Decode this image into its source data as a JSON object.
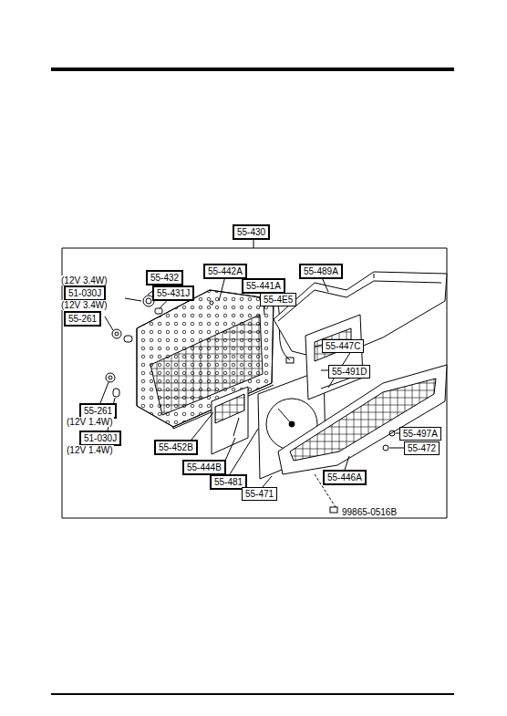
{
  "diagram": {
    "nodes": [
      {
        "text": [
          "55-430"
        ]
      },
      {
        "text": [
          "55-432"
        ]
      },
      {
        "text": [
          "55-431J"
        ]
      },
      {
        "text": [
          "55-442A"
        ]
      },
      {
        "text": [
          "55-441A"
        ]
      },
      {
        "text": [
          "55-489A"
        ]
      },
      {
        "text": [
          "51-030J"
        ]
      },
      {
        "text": [
          "55-261"
        ]
      },
      {
        "text": [
          "55-4E5"
        ]
      },
      {
        "text": [
          "55-447C"
        ]
      },
      {
        "text": [
          "55-491D"
        ]
      },
      {
        "text": [
          "55-261"
        ]
      },
      {
        "text": [
          "51-030J"
        ]
      },
      {
        "text": [
          "55-497A"
        ]
      },
      {
        "text": [
          "55-472"
        ]
      },
      {
        "text": [
          "55-452B"
        ]
      },
      {
        "text": [
          "55-444B"
        ]
      },
      {
        "text": [
          "55-481"
        ]
      },
      {
        "text": [
          "55-471"
        ]
      },
      {
        "text": [
          "55-446A"
        ]
      }
    ],
    "labels": [
      "(12V 3.4W)",
      "(12V 3.4W)",
      "(12V 1.4W)",
      "(12V 1.4W)",
      "99865-0516B"
    ]
  }
}
